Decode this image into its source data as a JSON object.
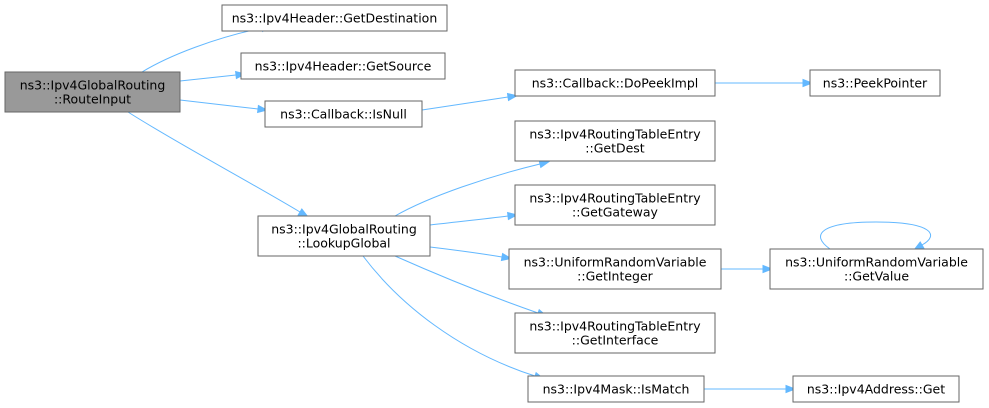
{
  "graph": {
    "nodes": [
      {
        "id": "root",
        "lines": [
          "ns3::Ipv4GlobalRouting",
          "::RouteInput"
        ]
      },
      {
        "id": "getdest",
        "lines": [
          "ns3::Ipv4Header::GetDestination"
        ]
      },
      {
        "id": "getsource",
        "lines": [
          "ns3::Ipv4Header::GetSource"
        ]
      },
      {
        "id": "isnull",
        "lines": [
          "ns3::Callback::IsNull"
        ]
      },
      {
        "id": "dopeek",
        "lines": [
          "ns3::Callback::DoPeekImpl"
        ]
      },
      {
        "id": "peekptr",
        "lines": [
          "ns3::PeekPointer"
        ]
      },
      {
        "id": "lookup",
        "lines": [
          "ns3::Ipv4GlobalRouting",
          "::LookupGlobal"
        ]
      },
      {
        "id": "getdestentry",
        "lines": [
          "ns3::Ipv4RoutingTableEntry",
          "::GetDest"
        ]
      },
      {
        "id": "getgateway",
        "lines": [
          "ns3::Ipv4RoutingTableEntry",
          "::GetGateway"
        ]
      },
      {
        "id": "getinteger",
        "lines": [
          "ns3::UniformRandomVariable",
          "::GetInteger"
        ]
      },
      {
        "id": "getvalue",
        "lines": [
          "ns3::UniformRandomVariable",
          "::GetValue"
        ]
      },
      {
        "id": "getinterface",
        "lines": [
          "ns3::Ipv4RoutingTableEntry",
          "::GetInterface"
        ]
      },
      {
        "id": "ismatch",
        "lines": [
          "ns3::Ipv4Mask::IsMatch"
        ]
      },
      {
        "id": "addrget",
        "lines": [
          "ns3::Ipv4Address::Get"
        ]
      }
    ],
    "edges": [
      {
        "from": "root",
        "to": "getdest"
      },
      {
        "from": "root",
        "to": "getsource"
      },
      {
        "from": "root",
        "to": "isnull"
      },
      {
        "from": "root",
        "to": "lookup"
      },
      {
        "from": "isnull",
        "to": "dopeek"
      },
      {
        "from": "dopeek",
        "to": "peekptr"
      },
      {
        "from": "lookup",
        "to": "getdestentry"
      },
      {
        "from": "lookup",
        "to": "getgateway"
      },
      {
        "from": "lookup",
        "to": "getinteger"
      },
      {
        "from": "lookup",
        "to": "getinterface"
      },
      {
        "from": "lookup",
        "to": "ismatch"
      },
      {
        "from": "getinteger",
        "to": "getvalue"
      },
      {
        "from": "getvalue",
        "to": "getvalue"
      },
      {
        "from": "ismatch",
        "to": "addrget"
      }
    ]
  }
}
